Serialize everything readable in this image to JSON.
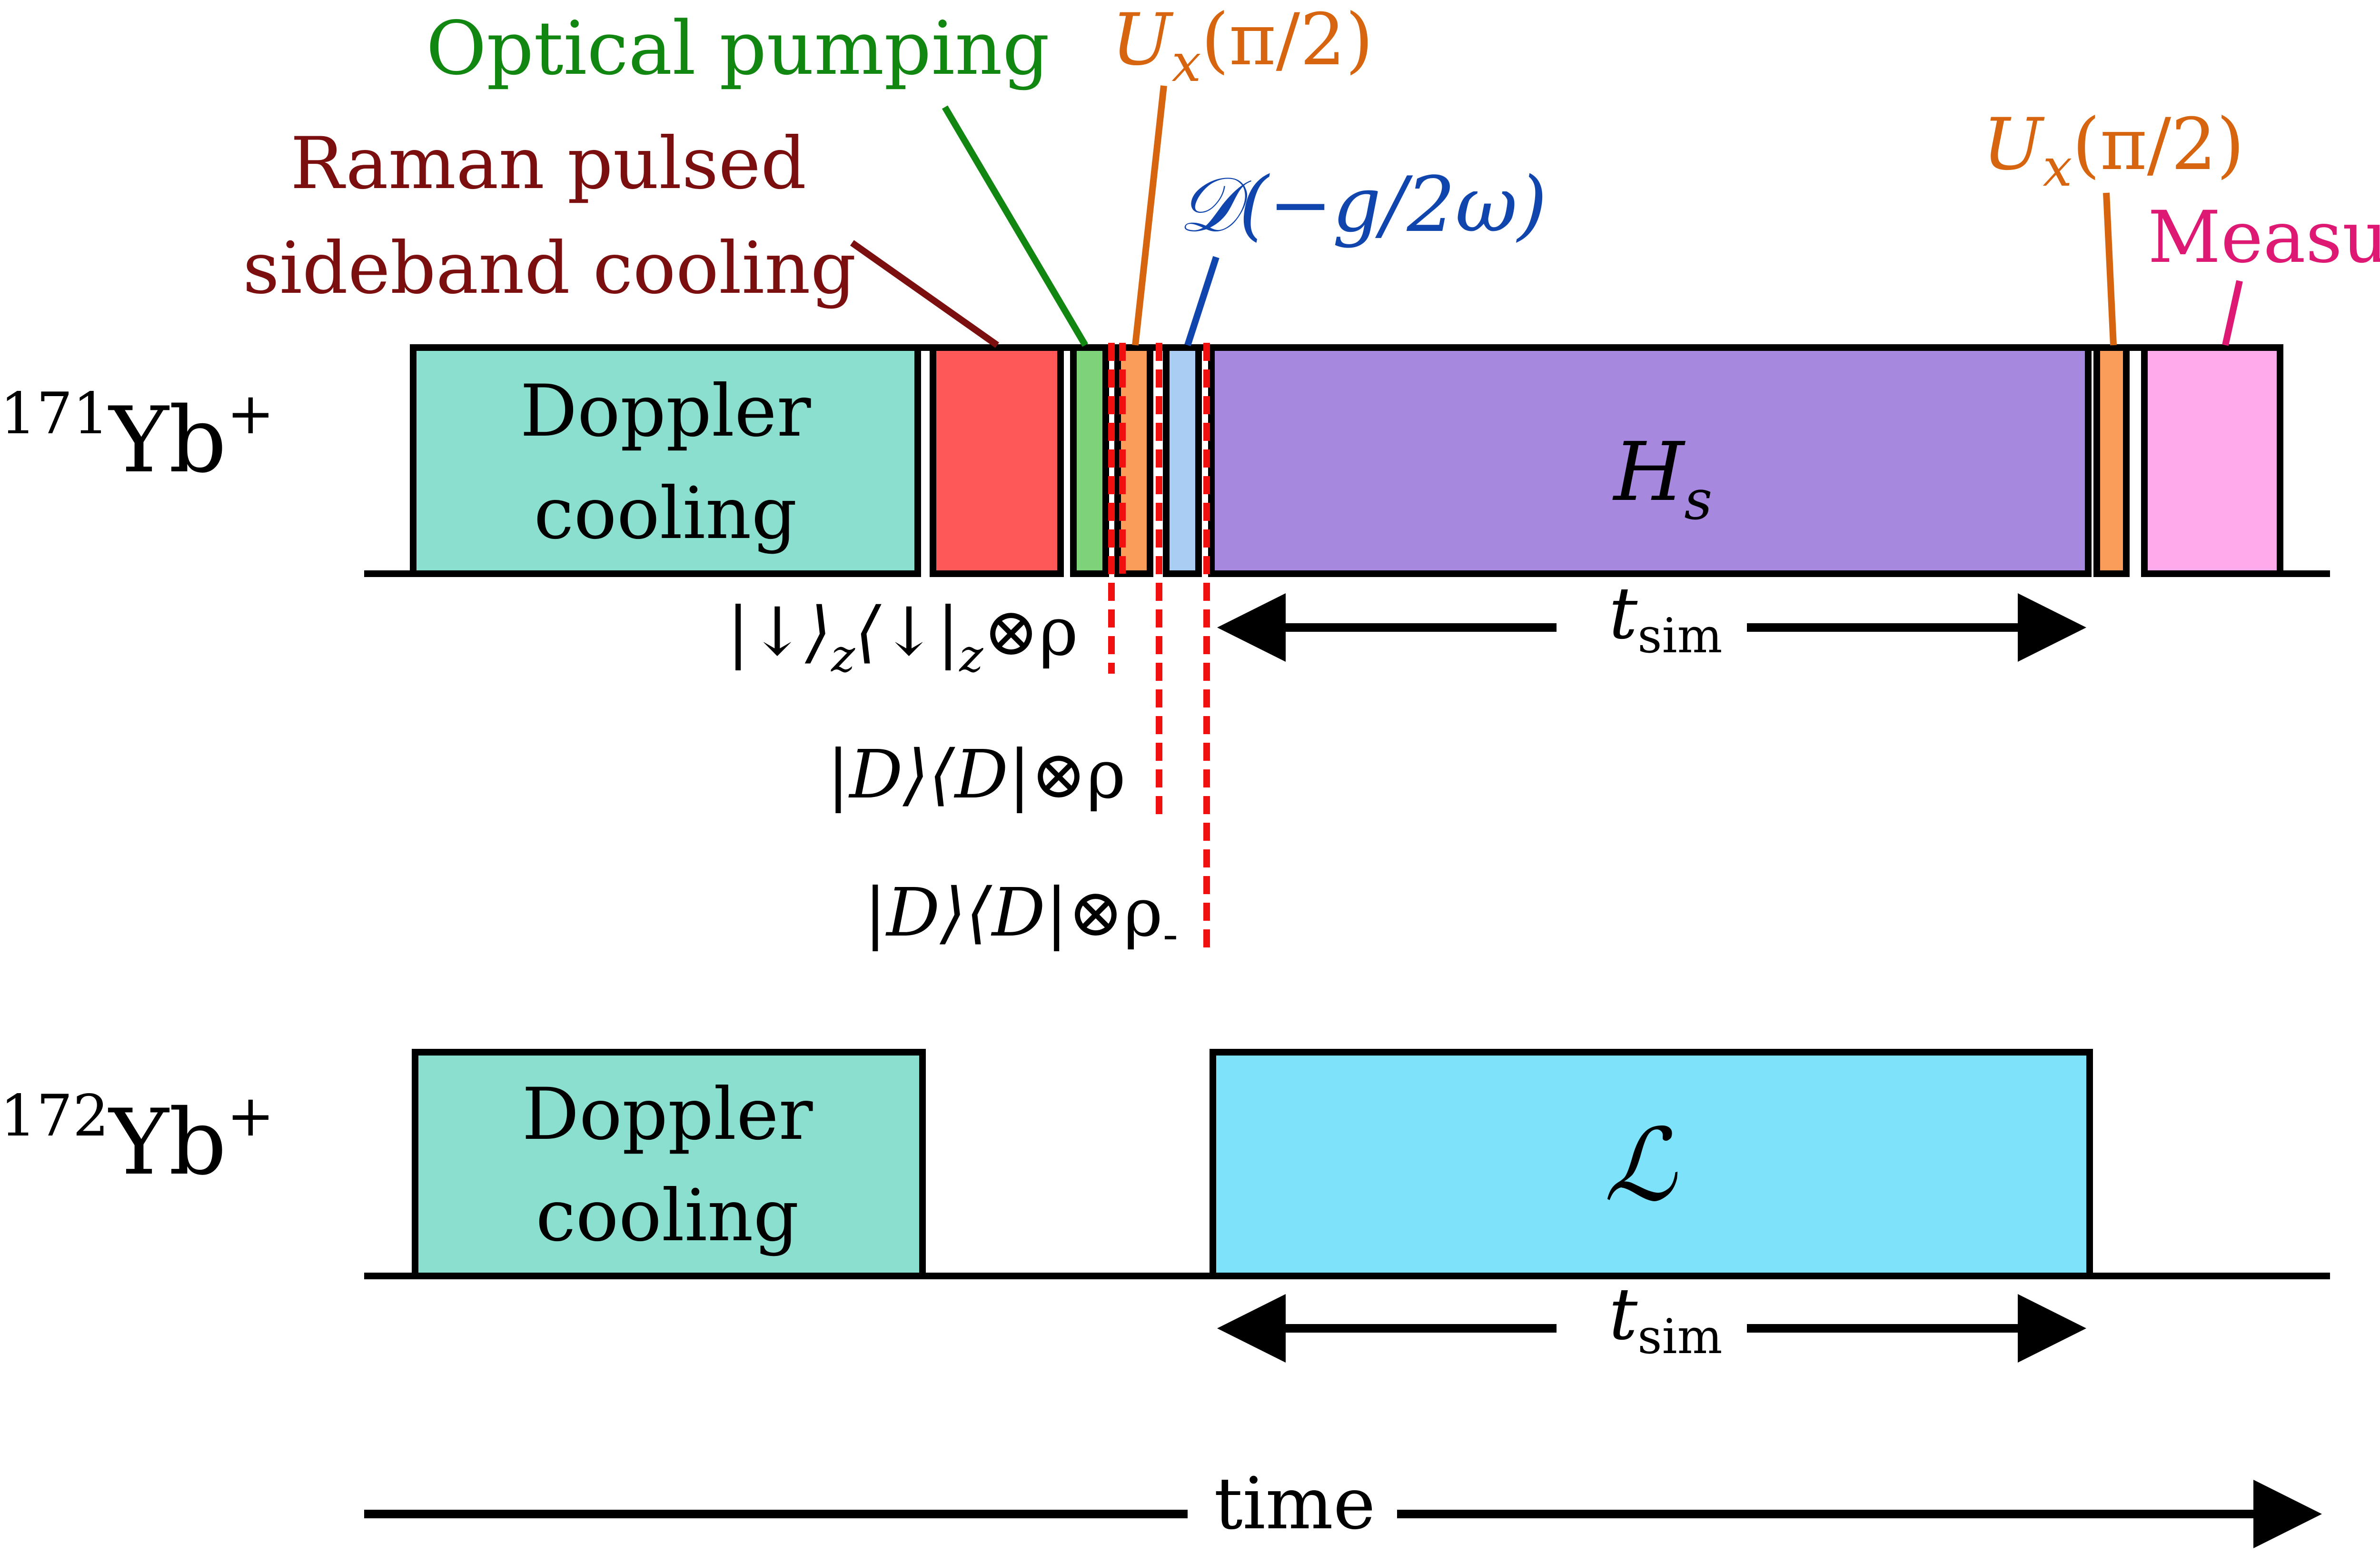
{
  "colors": {
    "ink": "#000000",
    "doppler": "#8adfce",
    "raman": "#fe5858",
    "optical": "#7ed27a",
    "ux": "#fb9d5a",
    "disp": "#aacef3",
    "hs": "#a788df",
    "measure": "#ffaaea",
    "sympathetic": "#7fe2fb",
    "ramanText": "#7b0e0e",
    "opticalText": "#118711",
    "uxText": "#d7640e",
    "dispText": "#1045ad",
    "measureText": "#dd1973",
    "marker": "#f01010"
  },
  "labels": {
    "optical_pumping": "Optical pumping",
    "raman_line1": "Raman pulsed",
    "raman_line2": "sideband cooling",
    "ux_symbol": "U",
    "ux_sub": "x",
    "ux_arg": "(π/2)",
    "disp_symbol": "𝒟",
    "disp_arg": "(−g/2ω)",
    "measure": "Measure"
  },
  "ion171": {
    "mass": "171",
    "element": "Yb",
    "charge": "+",
    "doppler_line1": "Doppler",
    "doppler_line2": "cooling",
    "hs_symbol": "H",
    "hs_sub": "s"
  },
  "ion172": {
    "mass": "172",
    "element": "Yb",
    "charge": "+",
    "doppler_line1": "Doppler",
    "doppler_line2": "cooling",
    "l_symbol": "ℒ"
  },
  "states": {
    "s1": "|↓⟩",
    "s1_sub": "z",
    "s1_mid": "⟨↓|",
    "s1_tail": "⊗ρ",
    "s2_a": "|D⟩⟨D|",
    "s2_tail": "⊗ρ",
    "s3_a": "|D⟩⟨D|",
    "s3_tail": "⊗ρ",
    "s3_sub": "-"
  },
  "tsim": {
    "symbol": "t",
    "sub": "sim"
  },
  "time_axis_label": "time"
}
